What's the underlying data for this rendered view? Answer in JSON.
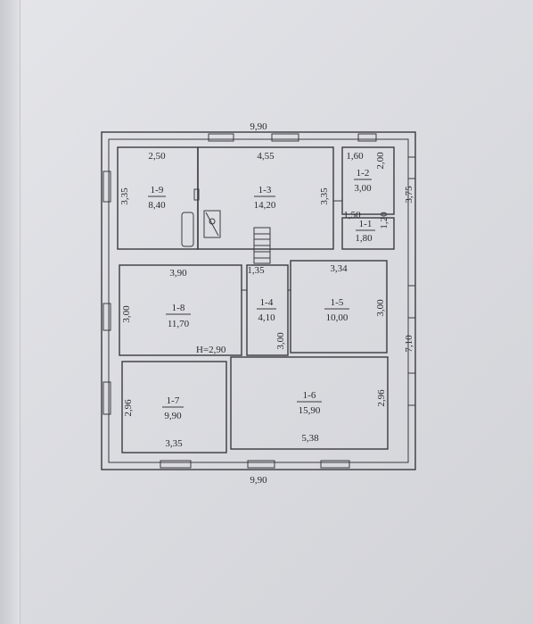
{
  "overall": {
    "width_top": "9,90",
    "width_bottom": "9,90",
    "right_height_top": "3,75",
    "right_height_total": "7,10",
    "ceiling_height": "H=2,90"
  },
  "rooms": [
    {
      "id": "1-9",
      "area": "8,40",
      "dims": [
        "2,50",
        "3,35"
      ]
    },
    {
      "id": "1-3",
      "area": "14,20",
      "dims": [
        "4,55",
        "3,35"
      ]
    },
    {
      "id": "1-2",
      "area": "3,00",
      "dims": [
        "1,60",
        "2,00"
      ]
    },
    {
      "id": "1-1",
      "area": "1,80",
      "dims": [
        "1,50",
        "1,20"
      ]
    },
    {
      "id": "1-8",
      "area": "11,70",
      "dims": [
        "3,90",
        "3,00"
      ]
    },
    {
      "id": "1-4",
      "area": "4,10",
      "dims": [
        "1,35",
        "3,00"
      ]
    },
    {
      "id": "1-5",
      "area": "10,00",
      "dims": [
        "3,34",
        "3,00"
      ]
    },
    {
      "id": "1-7",
      "area": "9,90",
      "dims": [
        "3,35",
        "2,96"
      ]
    },
    {
      "id": "1-6",
      "area": "15,90",
      "dims": [
        "5,38",
        "2,96"
      ]
    }
  ]
}
